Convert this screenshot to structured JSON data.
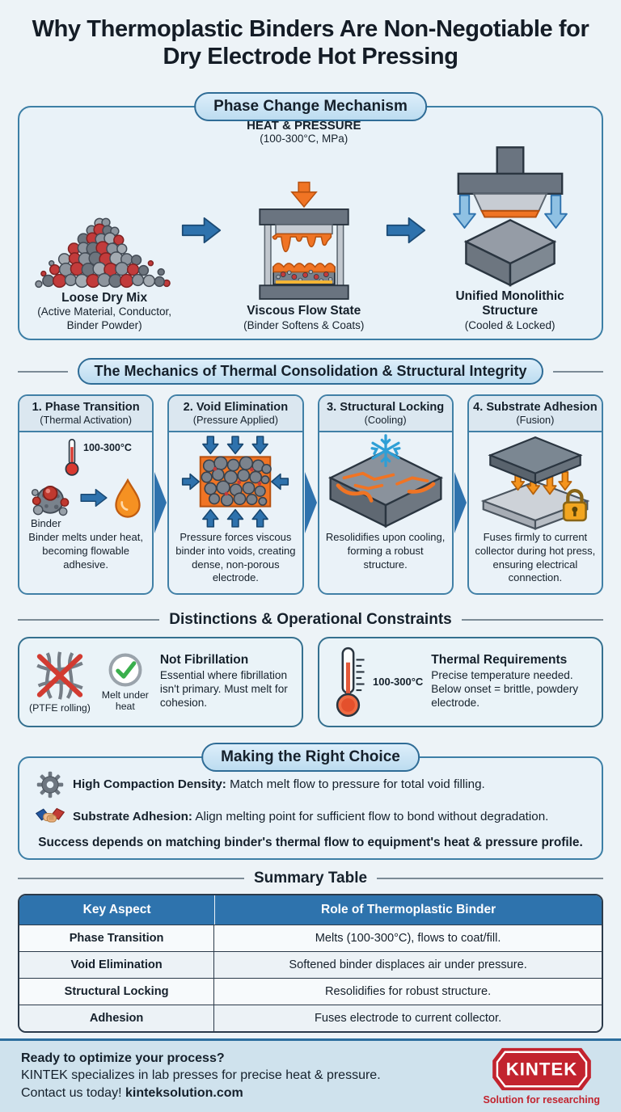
{
  "page": {
    "title": "Why Thermoplastic Binders Are Non-Negotiable for Dry Electrode Hot Pressing"
  },
  "phase_change": {
    "header": "Phase Change Mechanism",
    "heat_title": "HEAT & PRESSURE",
    "heat_sub": "(100-300°C, MPa)",
    "stages": [
      {
        "title": "Loose Dry Mix",
        "sub": "(Active Material, Conductor, Binder Powder)"
      },
      {
        "title": "Viscous Flow State",
        "sub": "(Binder Softens & Coats)"
      },
      {
        "title": "Unified Monolithic Structure",
        "sub": "(Cooled & Locked)"
      }
    ]
  },
  "mechanics": {
    "header": "The Mechanics of Thermal Consolidation & Structural Integrity",
    "cards": [
      {
        "title": "1. Phase Transition",
        "sub": "(Thermal Activation)",
        "temp": "100-300°C",
        "icon_label": "Binder",
        "body": "Binder melts under heat, becoming flowable adhesive."
      },
      {
        "title": "2. Void Elimination",
        "sub": "(Pressure Applied)",
        "body": "Pressure forces viscous binder into voids, creating dense, non-porous electrode."
      },
      {
        "title": "3. Structural Locking",
        "sub": "(Cooling)",
        "body": "Resolidifies upon cooling, forming a robust structure."
      },
      {
        "title": "4. Substrate Adhesion",
        "sub": "(Fusion)",
        "body": "Fuses firmly to current collector during hot press, ensuring electrical connection."
      }
    ]
  },
  "constraints": {
    "header": "Distinctions & Operational Constraints",
    "fibrillation": {
      "x_label": "(PTFE rolling)",
      "check_label": "Melt under heat",
      "title": "Not Fibrillation",
      "body": "Essential where fibrillation isn't primary. Must melt for cohesion."
    },
    "thermal": {
      "temp": "100-300°C",
      "title": "Thermal Requirements",
      "body": "Precise temperature needed. Below onset = brittle, powdery electrode."
    }
  },
  "choice": {
    "header": "Making the Right Choice",
    "bullets": [
      {
        "bold": "High Compaction Density:",
        "text": " Match melt flow to pressure for total void filling."
      },
      {
        "bold": "Substrate Adhesion:",
        "text": " Align melting point for sufficient flow to bond without degradation."
      }
    ],
    "conclusion": "Success depends on matching binder's thermal flow to equipment's heat & pressure profile."
  },
  "summary": {
    "header": "Summary Table",
    "col_headers": [
      "Key Aspect",
      "Role of Thermoplastic Binder"
    ],
    "rows": [
      [
        "Phase Transition",
        "Melts (100-300°C), flows to coat/fill."
      ],
      [
        "Void Elimination",
        "Softened binder displaces air under pressure."
      ],
      [
        "Structural Locking",
        "Resolidifies for robust structure."
      ],
      [
        "Adhesion",
        "Fuses electrode to current collector."
      ]
    ]
  },
  "footer": {
    "line1": "Ready to optimize your process?",
    "line2": "KINTEK specializes in lab presses for precise heat & pressure.",
    "line3": "Contact us today! ",
    "line3_bold": "kinteksolution.com",
    "logo": "KINTEK",
    "tagline": "Solution for researching"
  },
  "colors": {
    "accent_blue": "#2e72ad",
    "orange": "#f07424",
    "brand_red": "#c2232e"
  }
}
